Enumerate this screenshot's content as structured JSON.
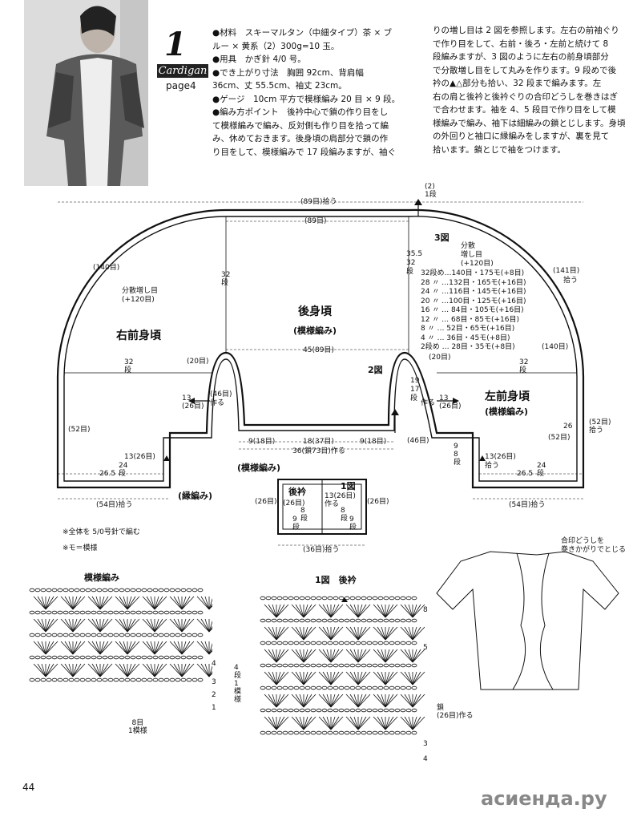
{
  "header": {
    "number": "1",
    "tag": "Cardigan",
    "page_ref": "page4",
    "col_left": [
      "●材料　スキーマルタン（中細タイプ）茶 × ブ",
      "ルー × 黄系（2）300g=10 玉。",
      "●用具　かぎ針 4/0 号。",
      "●でき上がり寸法　胸囲 92cm、背肩幅",
      "36cm、丈 55.5cm、袖丈 23cm。",
      "●ゲージ　10cm 平方で模様編み 20 目 × 9 段。",
      "●編み方ポイント　後衿中心で鎖の作り目をし",
      "て模様編みで編み、反対側も作り目を拾って編",
      "み、休めておきます。後身頃の肩部分で鎖の作",
      "り目をして、模様編みで 17 段編みますが、袖ぐ"
    ],
    "col_right": [
      "りの増し目は 2 図を参照します。左右の前袖ぐり",
      "で作り目をして、右前・後ろ・左前と続けて 8",
      "段編みますが、3 図のように左右の前身頃部分",
      "で分散増し目をして丸みを作ります。9 段めで後",
      "衿の▲△部分も拾い、32 段まで編みます。左",
      "右の肩と後衿と後衿ぐりの合印どうしを巻きはぎ",
      "で合わせます。袖を 4、5 段目で作り目をして模",
      "様編みで編み、袖下は細編みの鎖とじします。身頃",
      "の外回りと袖口に縁編みをしますが、裏を見て",
      "拾います。鎖とじで袖をつけます。"
    ]
  },
  "diagram": {
    "top_outer": "(89目)拾う",
    "top_inner": "(89目)",
    "top_rows": "(2)\n1段",
    "fig3": "3図",
    "left_arc": "(140目)",
    "right_arc": "(141目)",
    "right_arc2": "拾う",
    "right_inner": "(140目)",
    "rows32": "32\n段",
    "dist_left": "分散増し目\n(+120目)",
    "dist_right": "分散\n増し目\n(+120目)",
    "size355": "35.5\n32\n段",
    "back_body": "後身頃",
    "back_pat": "(模様編み)",
    "right_front": "右前身頃",
    "left_front": "左前身頃",
    "left_front_pat": "(模様編み)",
    "w45": "45(89目)",
    "fig2": "2図",
    "s20l": "(20目)",
    "s20r": "(20目)",
    "c32l": "32\n段",
    "c32r": "32\n段",
    "s13l": "13\n(26目)",
    "s13l2": "作る",
    "s46l": "(46目)",
    "s46r": "(46目)",
    "s19": "19\n17\n段",
    "s13r": "13\n(26目)",
    "s13r2": "作る",
    "s52l": "(52目)",
    "s52r": "(52目)",
    "s26r": "26",
    "s52r2": "(52目)\n拾う",
    "b9l": "9(18目)",
    "b18": "18(37目)",
    "b9r": "9(18目)",
    "b36": "36(鎖73目)作る",
    "pl13": "13(26目)",
    "pl24": "24\n段",
    "pl265": "26.5",
    "pl8": "8\n段",
    "pr98": "9\n8\n段",
    "pr13": "13(26目)",
    "pr13b": "拾う",
    "pr24": "24\n段",
    "pr265": "26.5",
    "pr8": "8\n段",
    "bot54l": "(54目)拾う",
    "bot54r": "(54目)拾う",
    "edge": "(縁編み)",
    "pat_lbl": "(模様編み)",
    "collar": "後衿",
    "collar26": "(26目)",
    "fig1": "1図",
    "c26l": "(26目)",
    "c26r": "(26目)",
    "c13": "13(26目)\n作る",
    "c8": "8\n段",
    "c9": "9\n段",
    "c8b": "8\n段",
    "c9b": "9\n段",
    "c36": "(36目)拾う",
    "note1": "※全体を 5/0号針で編む",
    "note2": "※モ＝模様",
    "tbl": [
      "32段め…140目・175モ(+8目)",
      "28 〃 …132目・165モ(+16目)",
      "24 〃 …116目・145モ(+16目)",
      "20 〃 …100目・125モ(+16目)",
      "16 〃 … 84目・105モ(+16目)",
      "12 〃 … 68目・85モ(+16目)",
      " 8 〃 … 52目・65モ(+16目)",
      " 4 〃 … 36目・45モ(+8目)",
      " 2段め … 28目・35モ(+8目)"
    ]
  },
  "chart_left": {
    "title": "模様編み",
    "rows": [
      "4",
      "3",
      "2",
      "1"
    ],
    "side": "4\n段\n1\n模\n様",
    "bottom": "8目\n1模様"
  },
  "chart_right": {
    "title": "1図　後衿",
    "rows": [
      "8",
      "5",
      "3",
      "4"
    ],
    "note": "鎖\n(26目)作る"
  },
  "cardigan_note": "合印どうしを\n巻きかがりでとじる",
  "page_num": "44",
  "watermark": "асиенда.ру"
}
